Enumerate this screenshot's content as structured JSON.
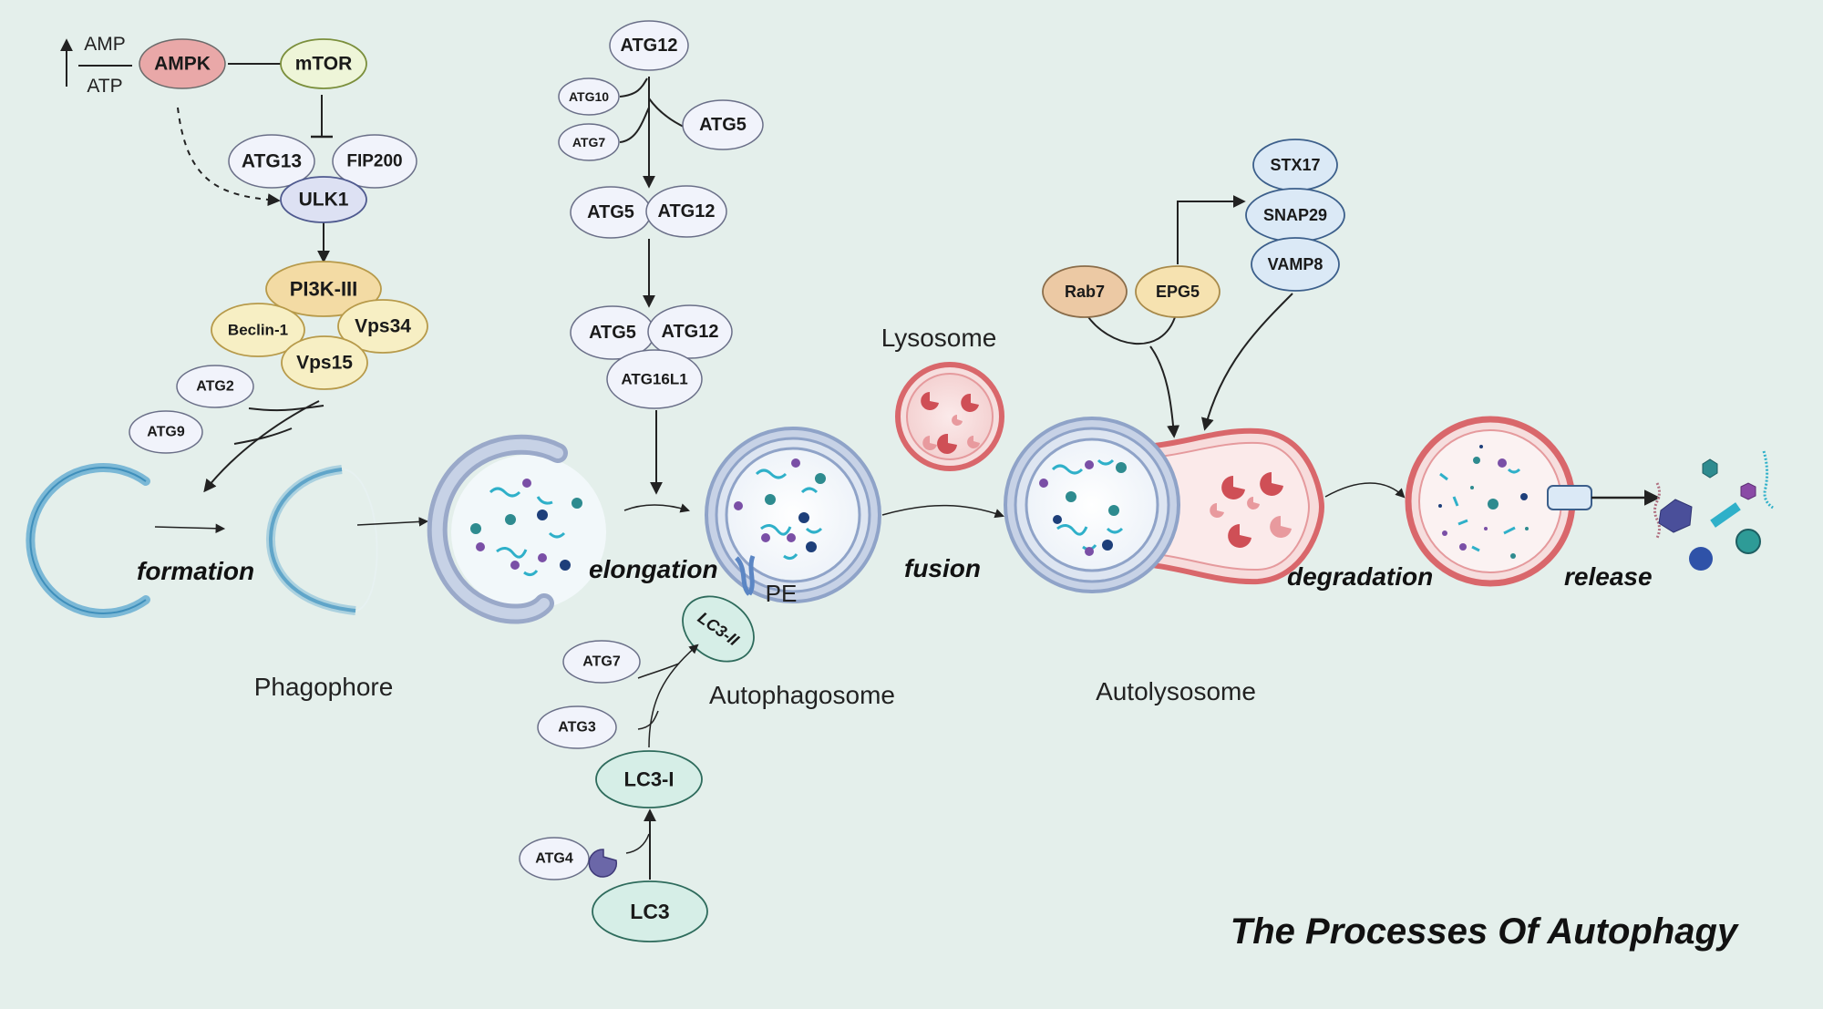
{
  "energy": {
    "numerator": "AMP",
    "denominator": "ATP"
  },
  "nodes": {
    "ampk": "AMPK",
    "mtor": "mTOR",
    "atg13": "ATG13",
    "fip200": "FIP200",
    "ulk1": "ULK1",
    "pi3k": "PI3K-III",
    "beclin1": "Beclin-1",
    "vps34": "Vps34",
    "vps15": "Vps15",
    "atg2": "ATG2",
    "atg9": "ATG9",
    "atg12_top": "ATG12",
    "atg10": "ATG10",
    "atg7_top": "ATG7",
    "atg5_top": "ATG5",
    "atg5_mid": "ATG5",
    "atg12_mid": "ATG12",
    "atg5_low": "ATG5",
    "atg12_low": "ATG12",
    "atg16l1": "ATG16L1",
    "lc3ii": "LC3-II",
    "atg7_low": "ATG7",
    "atg3": "ATG3",
    "lc3i": "LC3-I",
    "atg4": "ATG4",
    "lc3": "LC3",
    "pe": "PE",
    "stx17": "STX17",
    "snap29": "SNAP29",
    "vamp8": "VAMP8",
    "rab7": "Rab7",
    "epg5": "EPG5"
  },
  "stages": {
    "formation": "formation",
    "elongation": "elongation",
    "fusion": "fusion",
    "degradation": "degradation",
    "release": "release"
  },
  "labels": {
    "phagophore": "Phagophore",
    "autophagosome": "Autophagosome",
    "lysosome": "Lysosome",
    "autolysosome": "Autolysosome"
  },
  "title": "The Processes Of Autophagy",
  "colors": {
    "background": "#e4efeb",
    "ampk": "#e9a8a8",
    "mtor": "#eef5d8",
    "pi3k": "#f3dba4",
    "beclin": "#f7efc4",
    "rab7": "#ecc9a4",
    "epg5": "#f6e2b0",
    "snare": "#dbe9f6",
    "lc3": "#d6eee7",
    "membrane": "#8fa3c8",
    "lysosome": "#d9676b",
    "cargo_teal": "#2b9aa3"
  }
}
